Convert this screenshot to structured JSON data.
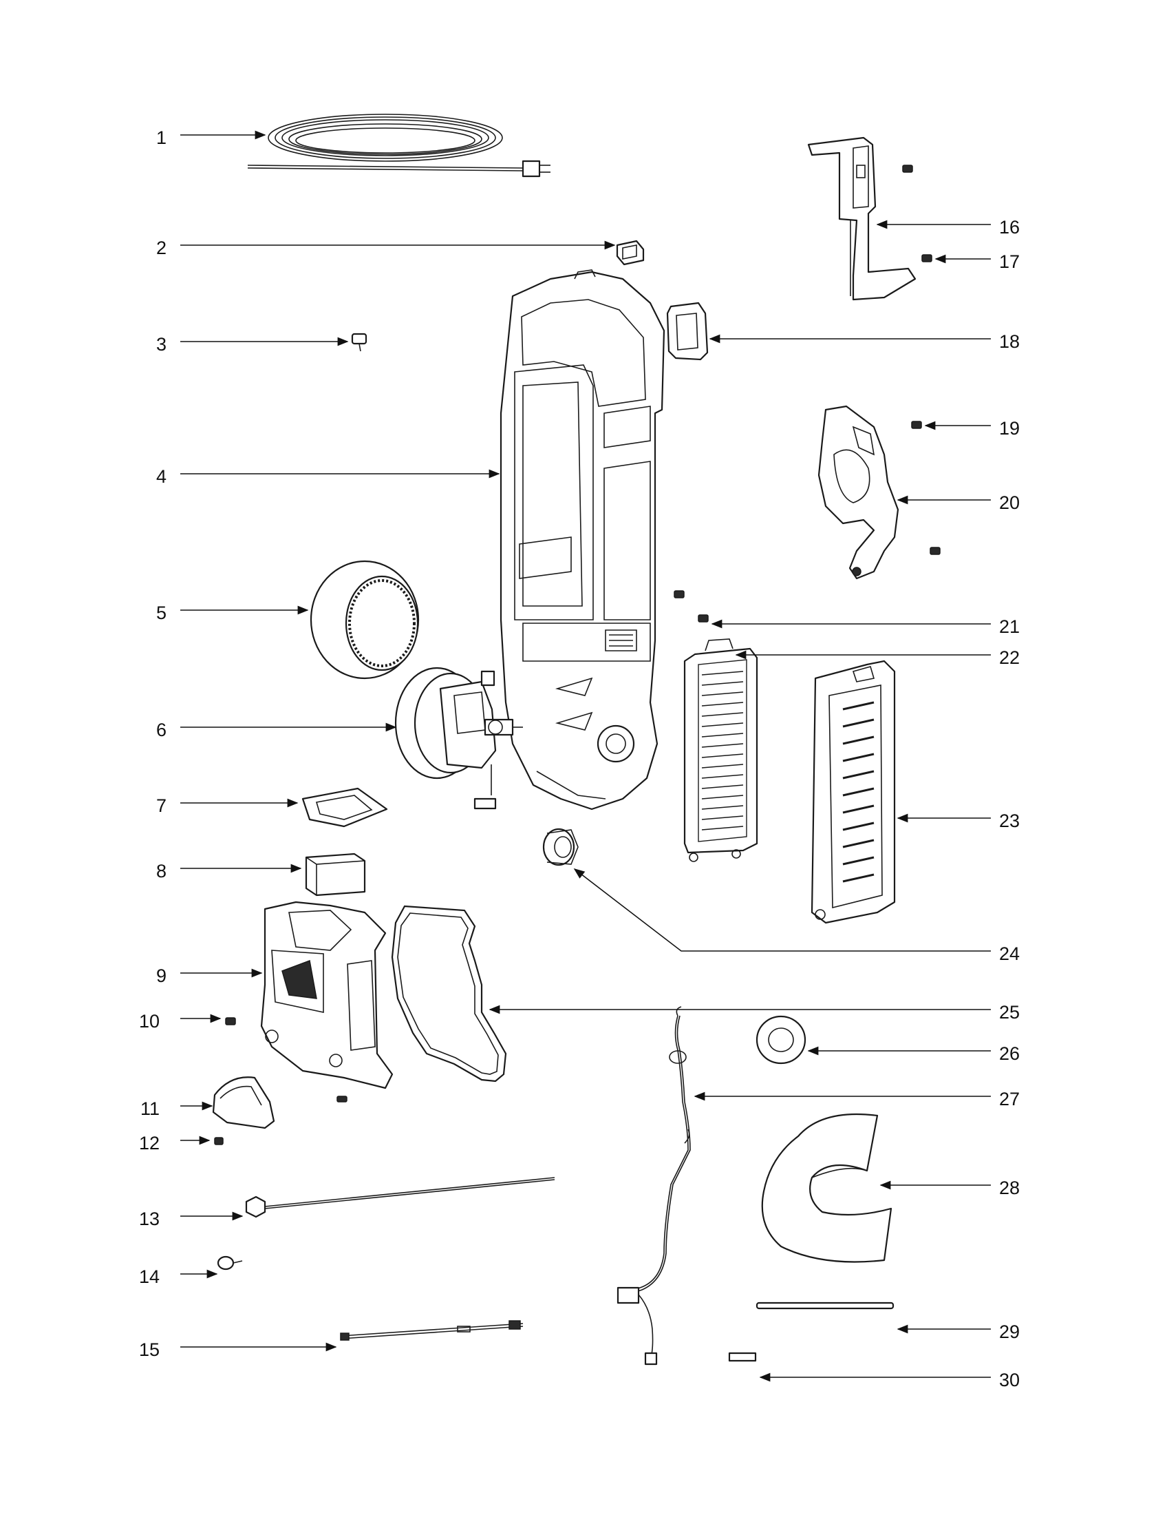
{
  "diagram": {
    "callouts": [
      {
        "num": "1",
        "part": "power-cord"
      },
      {
        "num": "2",
        "part": "switch"
      },
      {
        "num": "3",
        "part": "screw"
      },
      {
        "num": "4",
        "part": "handle-body"
      },
      {
        "num": "5",
        "part": "belt-ring"
      },
      {
        "num": "6",
        "part": "motor-assembly"
      },
      {
        "num": "7",
        "part": "gasket"
      },
      {
        "num": "8",
        "part": "foam-filter"
      },
      {
        "num": "9",
        "part": "motor-housing"
      },
      {
        "num": "10",
        "part": "screw"
      },
      {
        "num": "11",
        "part": "cover"
      },
      {
        "num": "12",
        "part": "screw"
      },
      {
        "num": "13",
        "part": "handle-rod"
      },
      {
        "num": "14",
        "part": "nut"
      },
      {
        "num": "15",
        "part": "hose-clip"
      },
      {
        "num": "16",
        "part": "cord-hook-bracket"
      },
      {
        "num": "17",
        "part": "screw"
      },
      {
        "num": "18",
        "part": "seal"
      },
      {
        "num": "19",
        "part": "screw"
      },
      {
        "num": "20",
        "part": "cord-hook"
      },
      {
        "num": "21",
        "part": "screw"
      },
      {
        "num": "22",
        "part": "hepa-filter"
      },
      {
        "num": "23",
        "part": "filter-door"
      },
      {
        "num": "24",
        "part": "hose-connector"
      },
      {
        "num": "25",
        "part": "gasket"
      },
      {
        "num": "26",
        "part": "washer"
      },
      {
        "num": "27",
        "part": "wire-harness"
      },
      {
        "num": "28",
        "part": "filter-band"
      },
      {
        "num": "29",
        "part": "rod"
      },
      {
        "num": "30",
        "part": "label"
      }
    ]
  }
}
